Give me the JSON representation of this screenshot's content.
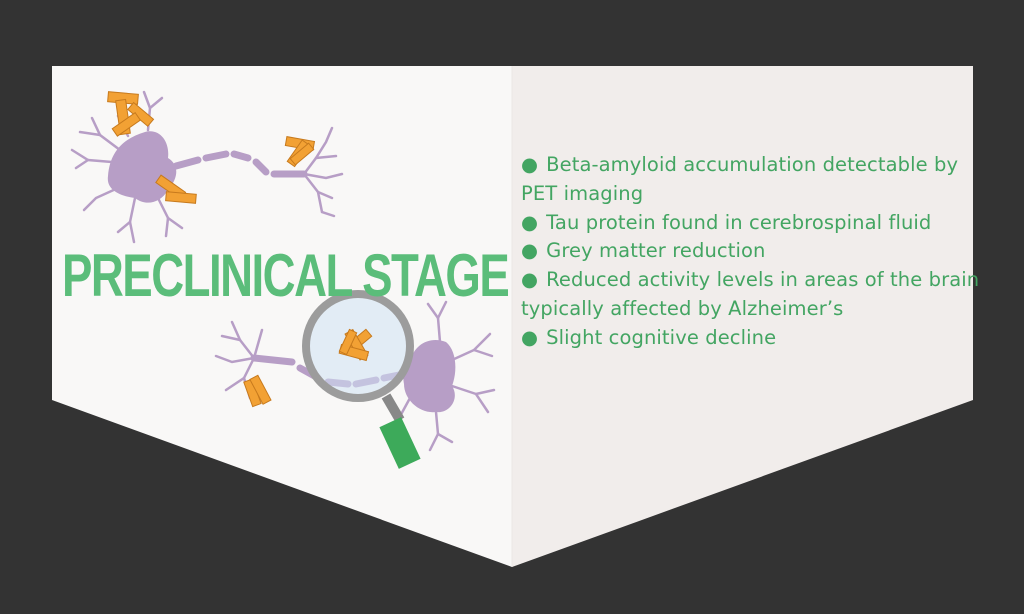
{
  "title": "PRECLINICAL STAGE",
  "bullet_glyph": "●",
  "bullets": [
    "Beta-amyloid accumulation detectable by PET imaging",
    "Tau protein found in cerebrospinal fluid",
    "Grey matter reduction",
    "Reduced activity levels in areas of the brain typically affected by Alzheimer’s",
    "Slight cognitive decline"
  ],
  "icons": [
    "neuron-icon",
    "amyloid-plaque-icon",
    "magnifying-glass-icon"
  ],
  "colors": {
    "background": "#333333",
    "panel_left": "#f9f8f7",
    "panel_right": "#f1edeb",
    "title_green": "#5bbd7a",
    "text_green": "#43a562",
    "neuron_purple": "#b79ec6",
    "plaque_orange": "#f2a134",
    "handle_green": "#3daa5a"
  }
}
